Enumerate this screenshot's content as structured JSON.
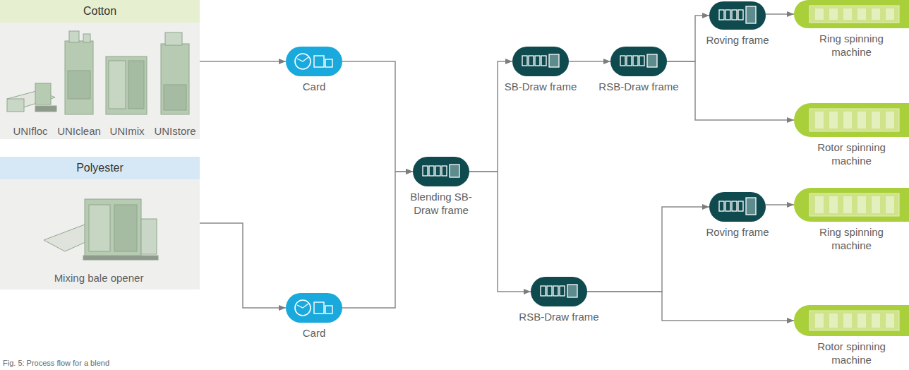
{
  "diagram": {
    "caption": "Fig. 5: Process flow for a blend",
    "nodes": [
      {
        "text": [
          "Cotton"
        ]
      },
      {
        "text": [
          "Polyester"
        ]
      },
      {
        "text": [
          "Card"
        ]
      },
      {
        "text": [
          "Card"
        ]
      },
      {
        "text": [
          "Blending SB-Draw frame"
        ]
      },
      {
        "text": [
          "SB-Draw frame"
        ]
      },
      {
        "text": [
          "RSB-Draw frame"
        ]
      },
      {
        "text": [
          "Roving frame"
        ]
      },
      {
        "text": [
          "Ring spinning machine"
        ]
      },
      {
        "text": [
          "Rotor spinning machine"
        ]
      },
      {
        "text": [
          "RSB-Draw frame"
        ]
      },
      {
        "text": [
          "Roving frame"
        ]
      },
      {
        "text": [
          "Ring spinning machine"
        ]
      },
      {
        "text": [
          "Rotor spinning machine"
        ]
      }
    ],
    "edges": [
      {
        "from": 0,
        "to": 2,
        "arrow": "to"
      },
      {
        "from": 1,
        "to": 3,
        "arrow": "to"
      },
      {
        "from": 2,
        "to": 4,
        "arrow": "to"
      },
      {
        "from": 3,
        "to": 4,
        "arrow": "to"
      },
      {
        "from": 4,
        "to": 5,
        "arrow": "to"
      },
      {
        "from": 4,
        "to": 10,
        "arrow": "to"
      },
      {
        "from": 5,
        "to": 6,
        "arrow": "to"
      },
      {
        "from": 6,
        "to": 7,
        "arrow": "to"
      },
      {
        "from": 6,
        "to": 9,
        "arrow": "to"
      },
      {
        "from": 7,
        "to": 8,
        "arrow": "to"
      },
      {
        "from": 10,
        "to": 11,
        "arrow": "to"
      },
      {
        "from": 10,
        "to": 13,
        "arrow": "to"
      },
      {
        "from": 11,
        "to": 12,
        "arrow": "to"
      }
    ],
    "labels": [
      "UNIfloc",
      "UNIclean",
      "UNImix",
      "UNIstore",
      "Mixing bale opener"
    ]
  }
}
